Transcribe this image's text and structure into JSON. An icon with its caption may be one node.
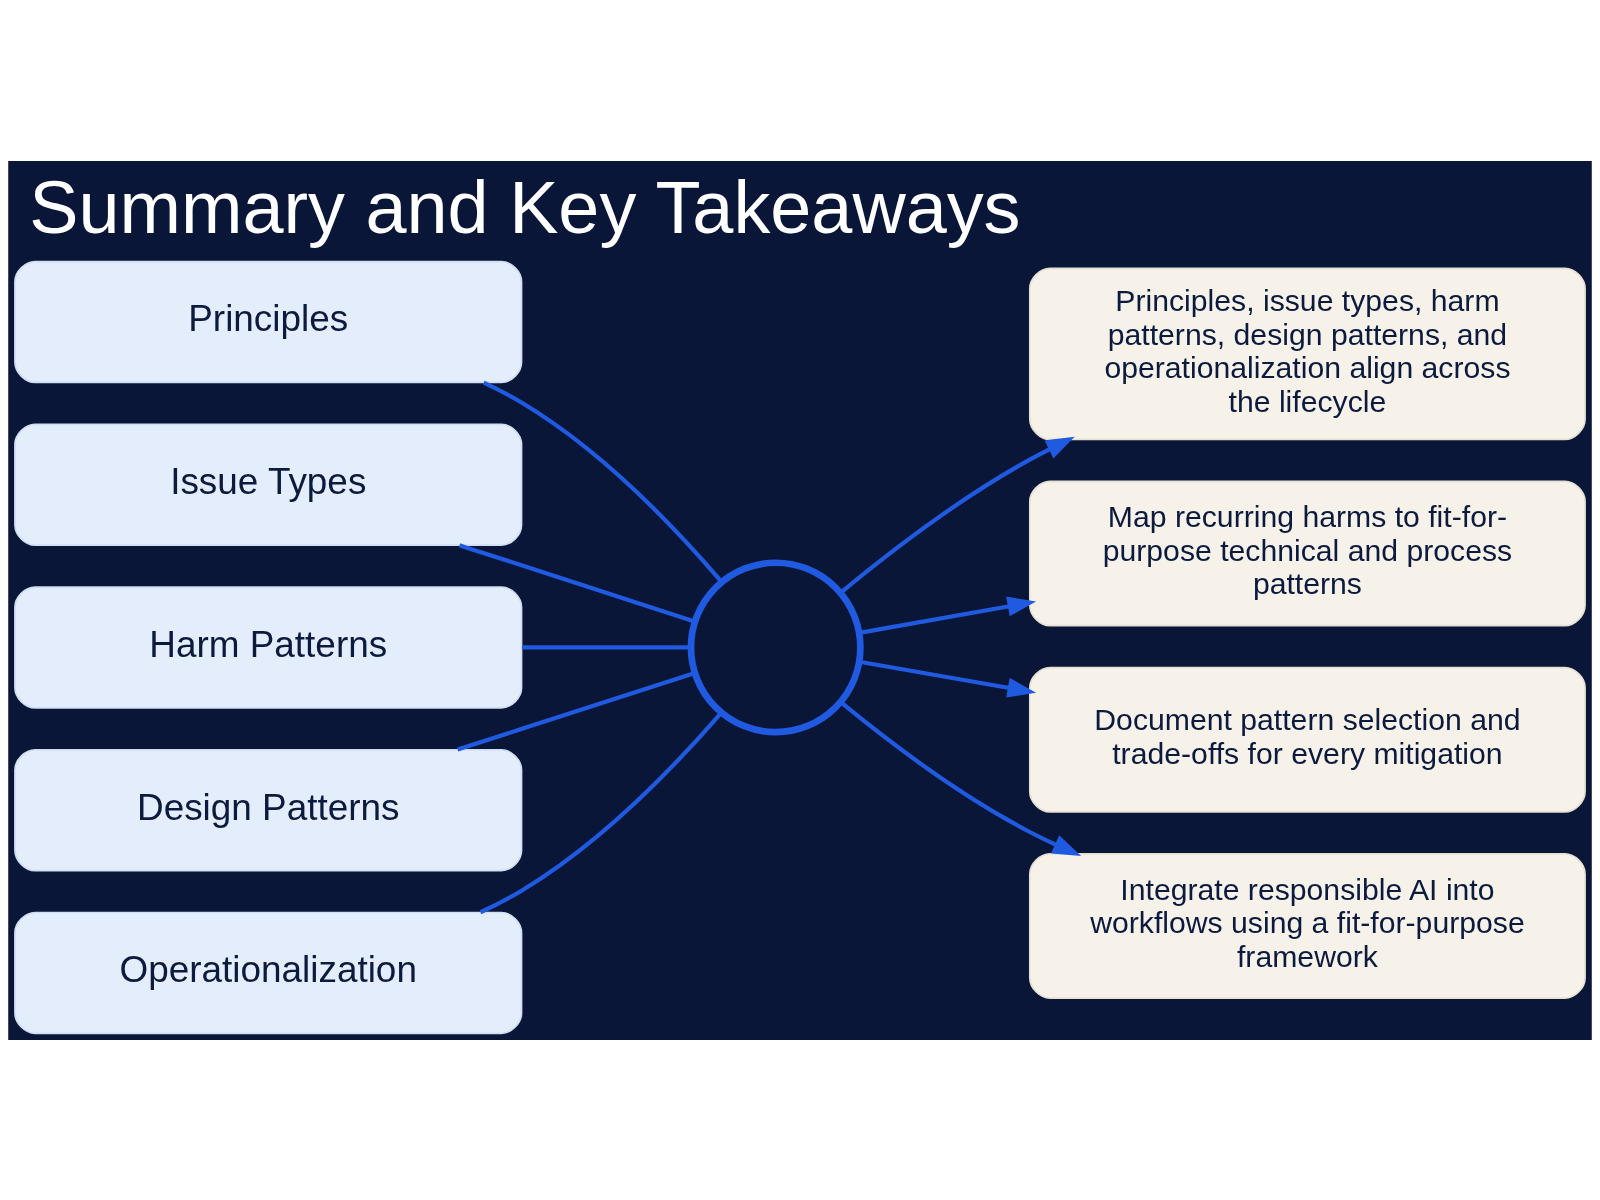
{
  "diagram": {
    "title": "Summary and Key Takeaways",
    "nodes": [
      {
        "text": [
          "Principles"
        ]
      },
      {
        "text": [
          "Issue Types"
        ]
      },
      {
        "text": [
          "Harm Patterns"
        ]
      },
      {
        "text": [
          "Design Patterns"
        ]
      },
      {
        "text": [
          "Operationalization"
        ]
      },
      {
        "text": [],
        "shape": "circle"
      },
      {
        "text": [
          "Principles, issue types, harm patterns, design patterns, and operationalization align across the lifecycle"
        ]
      },
      {
        "text": [
          "Map recurring harms to fit-for-purpose technical and process patterns"
        ]
      },
      {
        "text": [
          "Document pattern selection and trade-offs for every mitigation"
        ]
      },
      {
        "text": [
          "Integrate responsible AI into workflows using a fit-for-purpose framework"
        ]
      }
    ],
    "edges": [
      {
        "from": 0,
        "to": 5,
        "arrow": "none"
      },
      {
        "from": 1,
        "to": 5,
        "arrow": "none"
      },
      {
        "from": 2,
        "to": 5,
        "arrow": "none"
      },
      {
        "from": 3,
        "to": 5,
        "arrow": "none"
      },
      {
        "from": 4,
        "to": 5,
        "arrow": "none"
      },
      {
        "from": 5,
        "to": 6,
        "arrow": "to"
      },
      {
        "from": 5,
        "to": 7,
        "arrow": "to"
      },
      {
        "from": 5,
        "to": 8,
        "arrow": "to"
      },
      {
        "from": 5,
        "to": 9,
        "arrow": "to"
      }
    ]
  }
}
